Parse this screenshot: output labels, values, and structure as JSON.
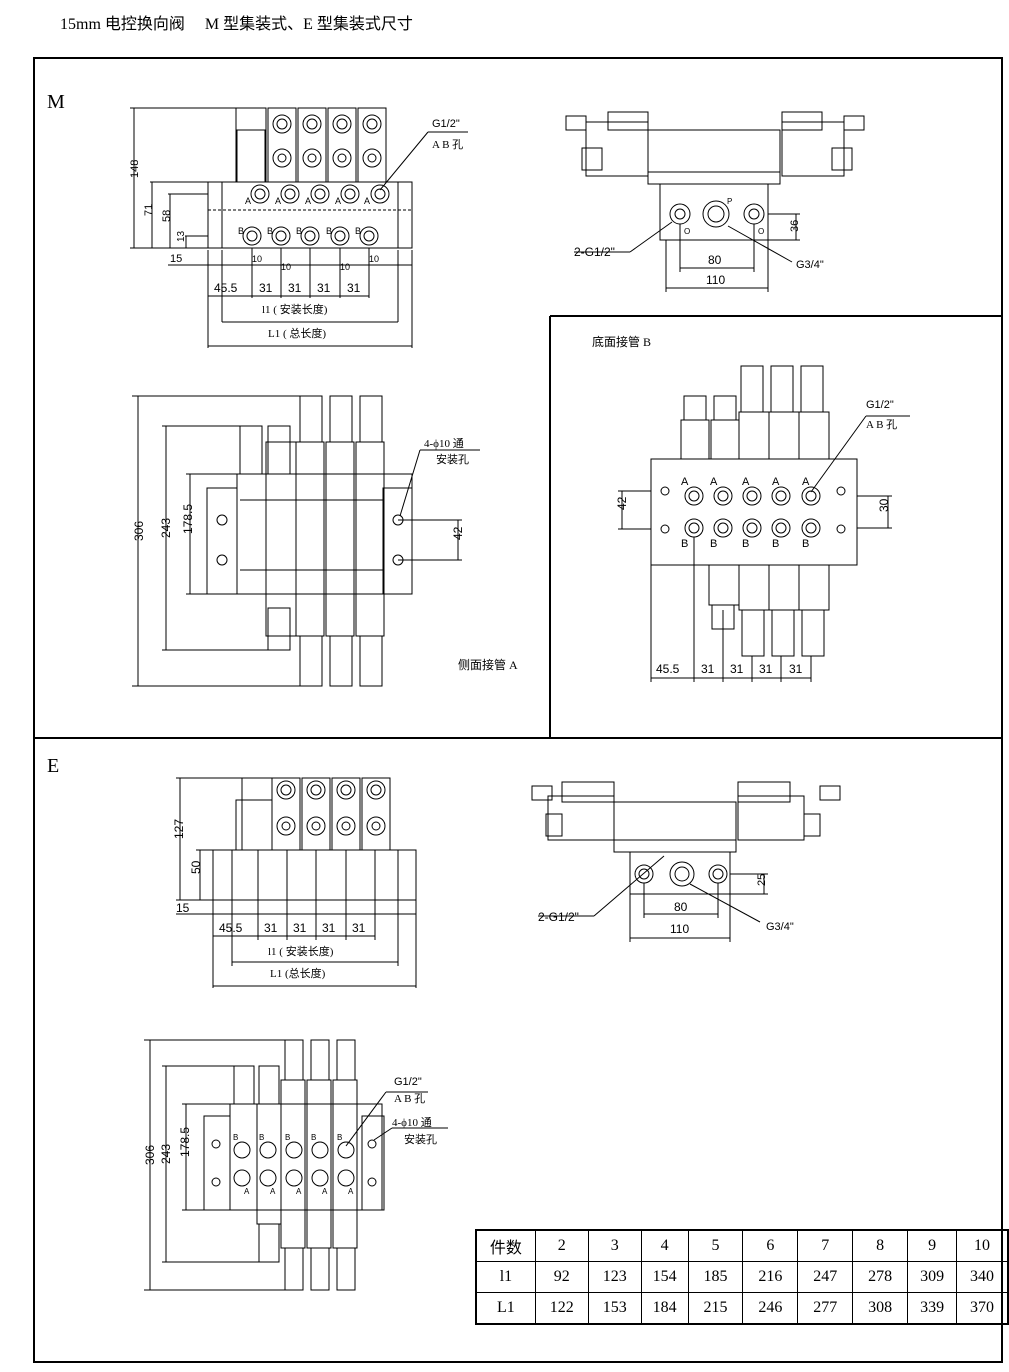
{
  "page": {
    "title": "15mm 电控换向阀     M 型集装式、E 型集装式尺寸"
  },
  "sections": {
    "m": "M",
    "e": "E"
  },
  "m_front": {
    "dims": {
      "h148": "148",
      "h71": "71",
      "h58": "58",
      "h13": "13",
      "h15": "15",
      "w10a": "10",
      "w10b": "10",
      "w10c": "10",
      "w10d": "10",
      "w45": "45.5",
      "w31a": "31",
      "w31b": "31",
      "w31c": "31",
      "w31d": "31",
      "l1": "l1 ( 安装长度)",
      "L1": "L1 ( 总长度)"
    },
    "port_note": [
      "G1/2\"",
      "A B 孔"
    ],
    "port_a": "A",
    "port_b": "B"
  },
  "m_end": {
    "p": "P",
    "o": "O",
    "d36": "36",
    "d80": "80",
    "d110": "110",
    "g34": "G3/4\"",
    "g12": "2-G1/2\""
  },
  "m_side": {
    "h306": "306",
    "h243": "243",
    "h178": "178.5",
    "d42": "42",
    "hole_note": [
      "4-ϕ10 通",
      "安装孔"
    ],
    "caption": "侧面接管  A"
  },
  "m_bottom": {
    "caption": "底面接管  B",
    "port_note": [
      "G1/2\"",
      "A B 孔"
    ],
    "d42": "42",
    "d30": "30",
    "w45": "45.5",
    "w31a": "31",
    "w31b": "31",
    "w31c": "31",
    "w31d": "31",
    "port_a": "A",
    "port_b": "B"
  },
  "e_front": {
    "h127": "127",
    "h50": "50",
    "h15": "15",
    "w45": "45.5",
    "w31a": "31",
    "w31b": "31",
    "w31c": "31",
    "w31d": "31",
    "l1": "l1 ( 安装长度)",
    "L1": "L1  (总长度)"
  },
  "e_end": {
    "d25": "25",
    "d80": "80",
    "d110": "110",
    "g34": "G3/4\"",
    "g12": "2-G1/2\""
  },
  "e_side": {
    "h306": "306",
    "h243": "243",
    "h178": "178.5",
    "port_note": [
      "G1/2\"",
      "A B 孔"
    ],
    "hole_note": [
      "4-ϕ10 通",
      "安装孔"
    ],
    "port_a": "A",
    "port_b": "B"
  },
  "spec_table": {
    "headers": [
      "件数",
      "2",
      "3",
      "4",
      "5",
      "6",
      "7",
      "8",
      "9",
      "10"
    ],
    "rows": [
      {
        "label": "l1",
        "values": [
          "92",
          "123",
          "154",
          "185",
          "216",
          "247",
          "278",
          "309",
          "340"
        ]
      },
      {
        "label": "L1",
        "values": [
          "122",
          "153",
          "184",
          "215",
          "246",
          "277",
          "308",
          "339",
          "370"
        ]
      }
    ]
  }
}
